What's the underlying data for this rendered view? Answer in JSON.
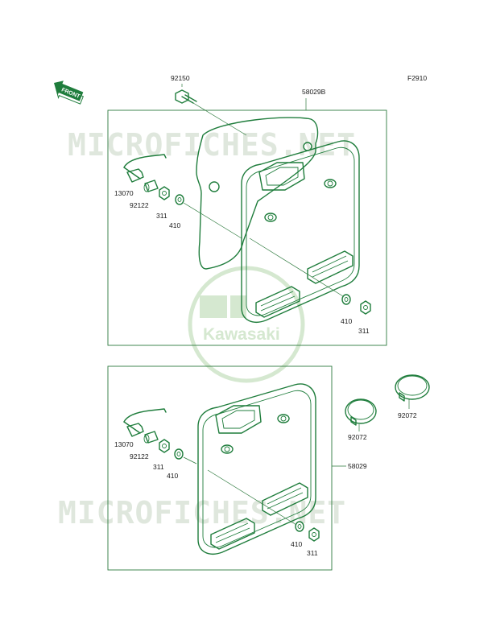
{
  "diagram_code": "F2910",
  "direction_arrow": {
    "label": "FRONT",
    "icon": "front-arrow-icon"
  },
  "watermarks": [
    {
      "text": "MICROFICHES.NET"
    },
    {
      "text": "MICROFICHES.NET"
    }
  ],
  "logo": {
    "text": "Kawasaki",
    "icon": "kawasaki-logo-icon"
  },
  "colors": {
    "line": "#1f7d3c",
    "watermark": "#dfe7dd",
    "logo": "#d5e8d0"
  },
  "callouts": {
    "upper": {
      "bolt": "92150",
      "assembly": "58029B",
      "pin": "13070",
      "spacer": "92122",
      "nut_a": "311",
      "washer_a": "410",
      "washer_b": "410",
      "nut_b": "311"
    },
    "lower": {
      "pin": "13070",
      "spacer": "92122",
      "nut_a": "311",
      "washer_a": "410",
      "assembly": "58029",
      "washer_b": "410",
      "nut_b": "311"
    },
    "clamps": {
      "left": "92072",
      "right": "92072"
    }
  }
}
